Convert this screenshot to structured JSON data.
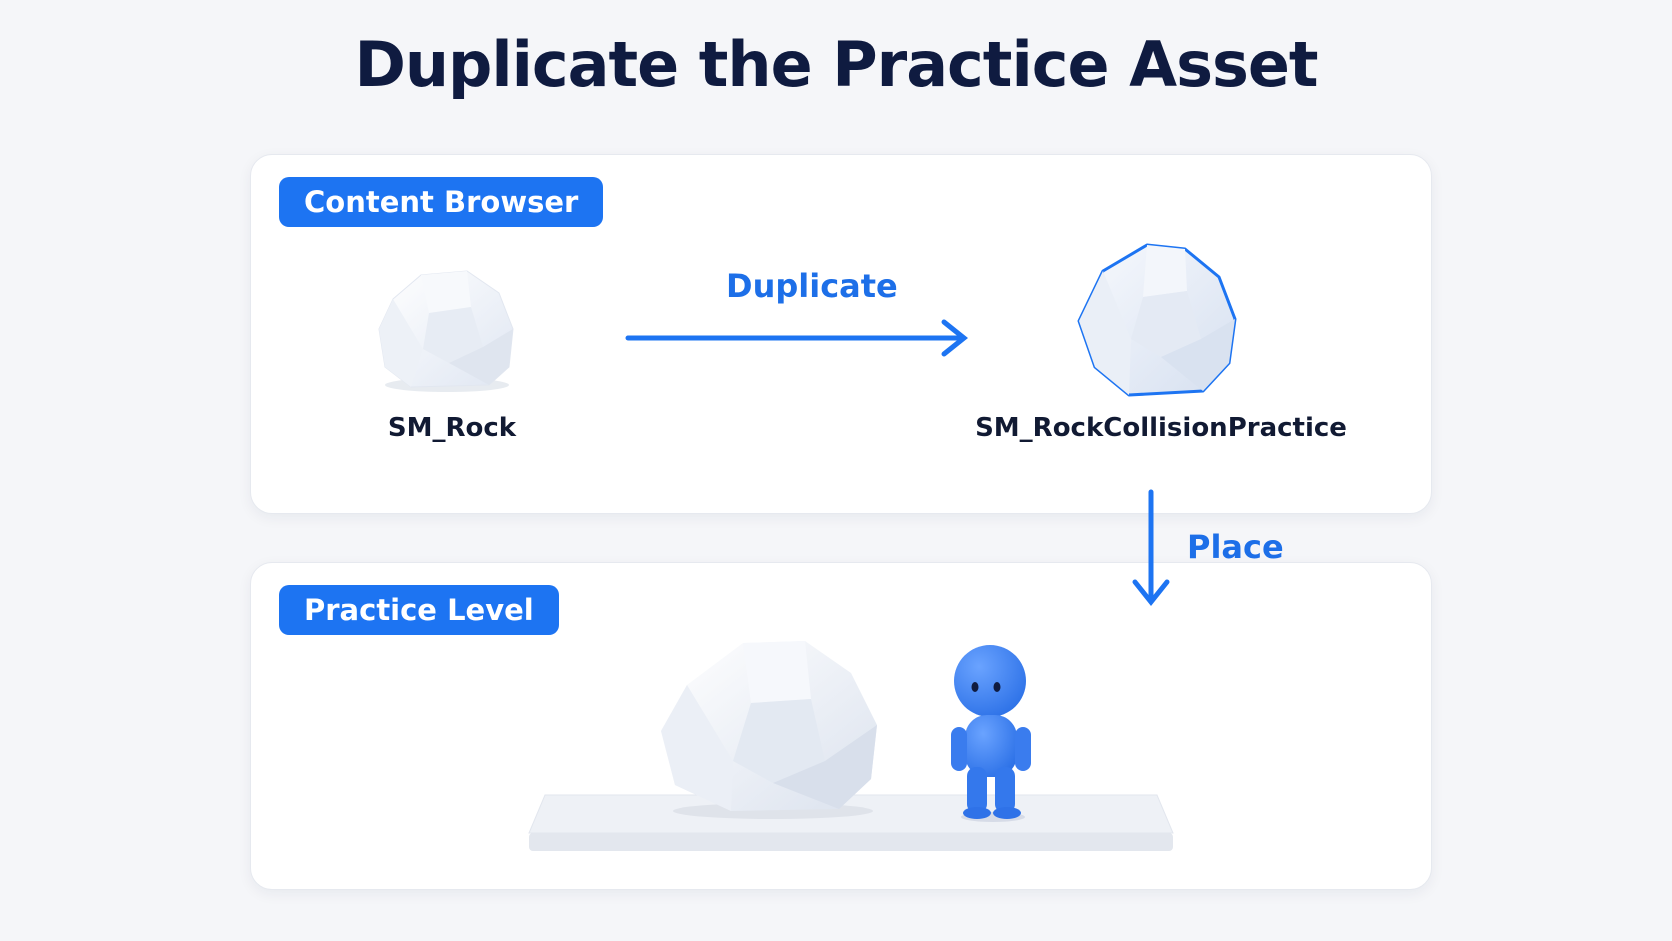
{
  "title": "Duplicate the Practice Asset",
  "content_browser": {
    "label": "Content Browser",
    "source_asset": "SM_Rock",
    "duplicate_asset": "SM_RockCollisionPractice"
  },
  "flow": {
    "duplicate_label": "Duplicate",
    "place_label": "Place"
  },
  "practice_level": {
    "label": "Practice Level"
  },
  "colors": {
    "accent": "#1d74f2",
    "title": "#0f1b40",
    "rock": "#e9eef7",
    "character": "#3b82f0"
  },
  "icons": {
    "source": "rock-icon",
    "duplicate": "rock-outlined-icon",
    "level_rock": "rock-icon",
    "character": "character-icon"
  }
}
